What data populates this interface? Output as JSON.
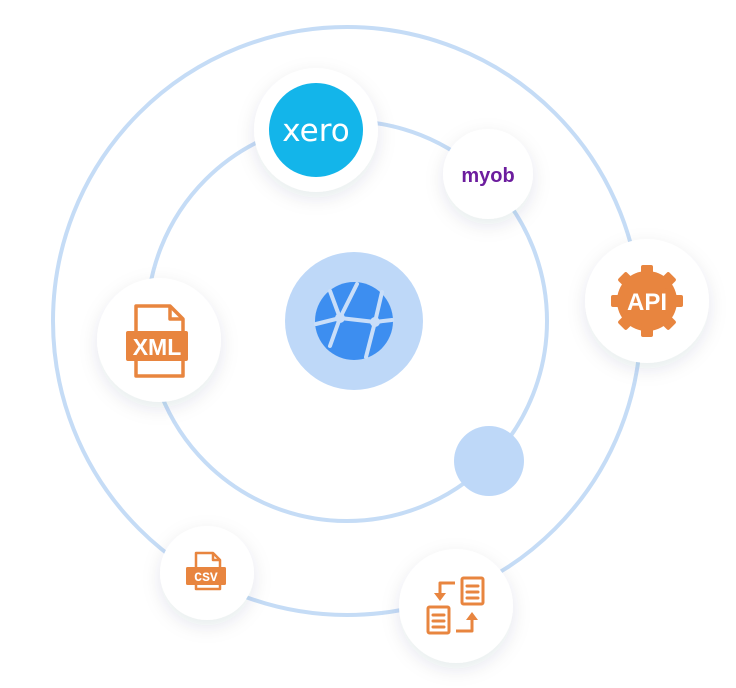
{
  "xero": {
    "label": "xero",
    "brand_color": "#13b5ea",
    "icon": "xero-logo"
  },
  "myob": {
    "label": "myob",
    "brand_color": "#6c1d9e",
    "icon": "myob-logo"
  },
  "api": {
    "label": "API",
    "icon": "gear-badge-icon"
  },
  "xml": {
    "label": "XML",
    "icon": "xml-file-icon"
  },
  "csv": {
    "label": "CSV",
    "icon": "csv-file-icon"
  },
  "center": {
    "icon": "globe-network-icon"
  },
  "sync": {
    "icon": "document-sync-icon"
  },
  "colors": {
    "orbit": "#c5dcf6",
    "accent_orange": "#e8853f",
    "globe_blue": "#3d8ef0",
    "center_bg": "#bed8f8",
    "node_bg": "#ffffff"
  }
}
